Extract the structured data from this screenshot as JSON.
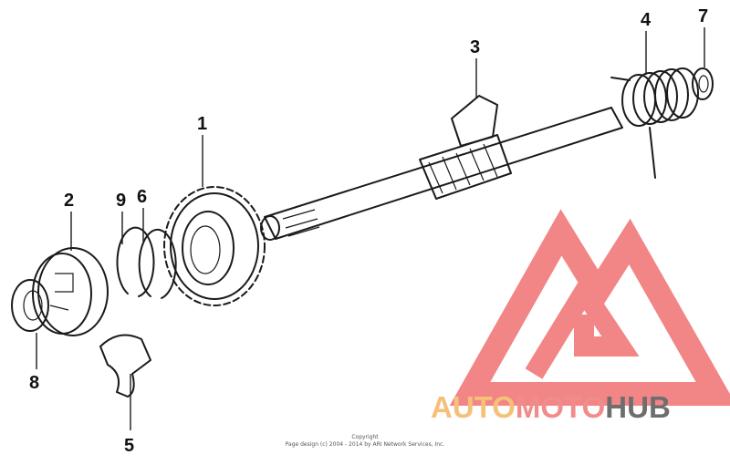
{
  "callouts": {
    "c1": "1",
    "c2": "2",
    "c3": "3",
    "c4": "4",
    "c5": "5",
    "c6": "6",
    "c7": "7",
    "c8": "8",
    "c9": "9"
  },
  "copyright": {
    "line1": "Copyright",
    "line2": "Page design (c) 2004 - 2014 by ARI Network Services, Inc."
  },
  "logo": {
    "part1": "AUTO",
    "part2": "MOTO",
    "part3": "HUB",
    "colors": {
      "auto": "#f5c07a",
      "moto": "#f08c8c",
      "hub": "#6e6e6e",
      "triangle": "#f07070"
    }
  }
}
